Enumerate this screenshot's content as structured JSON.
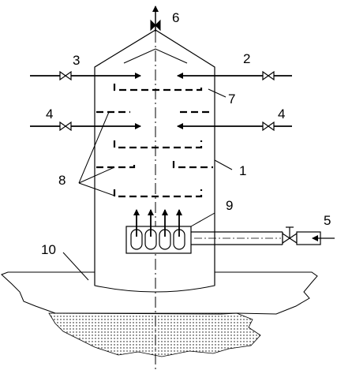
{
  "labels": {
    "apparatus_body": "1",
    "inlet_top_right": "2",
    "inlet_top_left": "3",
    "inlet_mid_left": "4",
    "inlet_mid_right": "4",
    "feed_inlet": "5",
    "top_outlet": "6",
    "upper_baffle": "7",
    "baffles": "8",
    "burner_block": "9",
    "ground": "10"
  }
}
